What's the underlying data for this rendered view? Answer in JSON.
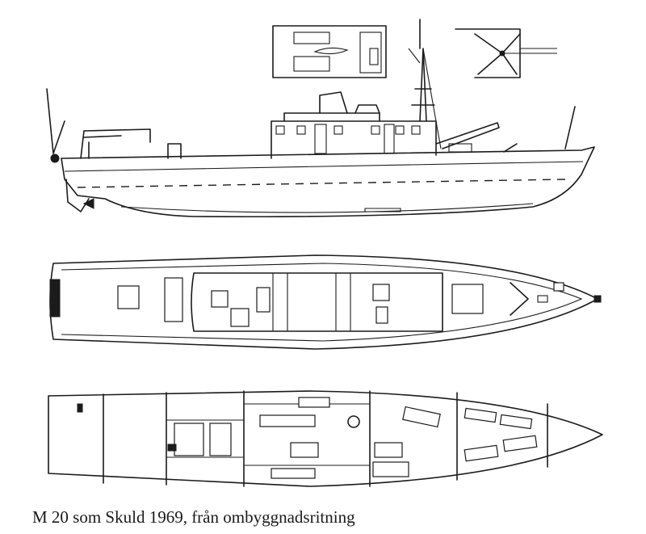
{
  "caption": "M 20 som Skuld 1969, från ombyggnadsritning",
  "views": [
    {
      "id": "profile",
      "name": "side-elevation"
    },
    {
      "id": "deck",
      "name": "deck-plan"
    },
    {
      "id": "below",
      "name": "below-deck-plan"
    }
  ]
}
